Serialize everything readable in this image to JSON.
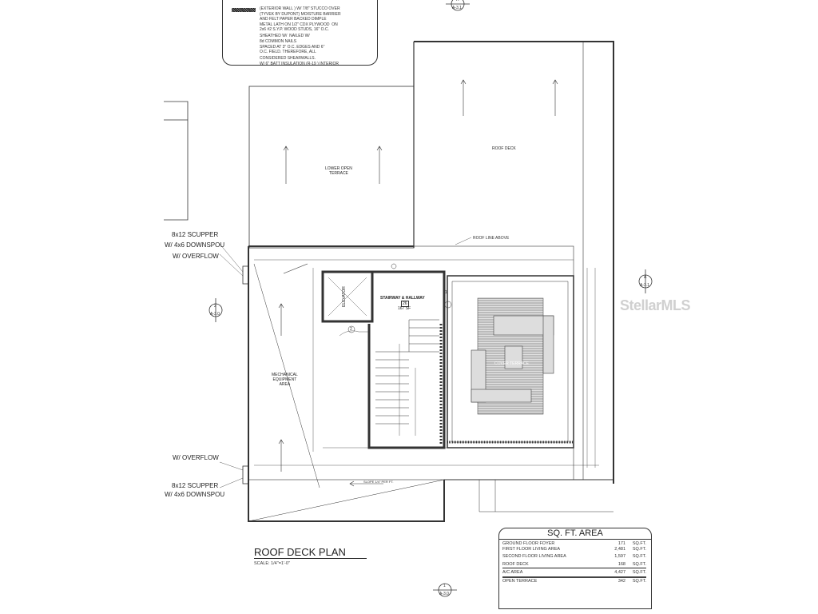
{
  "wall_note": {
    "lines": [
      "(EXTERIOR WALL ) W/ 7/8\" STUCCO OVER",
      "(TYVEK BY DUPONT) MOISTURE BARRIER",
      "AND FELT PAPER BACKED DIMPLE",
      "METAL LATH ON 1/2\" CDX PLYWOOD  ON",
      "2x6 #2 S.Y.P. WOOD STUDS, 16\" O.C.",
      "SHEATHED W/  NAILED W/",
      "8d COMMON NAILS",
      "SPACED AT 3\" O.C. EDGES AND 6\"",
      "O.C. FIELD. THEREFORE, ALL",
      "CONSIDERED SHEARWALLS.",
      "W/ 6\" BATT INSULATION (R-19 ) INTERIOR"
    ]
  },
  "labels": {
    "roof_deck": "ROOF DECK",
    "lower_open_terrace": "LOWER OPEN\nTERRACE",
    "mechanical": "MECHANICAL\nEQUIPMENT\nAREA",
    "stairway": "STAIRWAY & HALLWAY",
    "room_number": "26",
    "stair_area": "167 SF",
    "elevator": "ELEVATOR",
    "cover_terrace": "COVER TERRACE",
    "roof_line_above": "ROOF LINE ABOVE",
    "slope": "SLOPE 1/4\" PER FT.",
    "scupper_top_1": "8x12 SCUPPER",
    "scupper_top_2": "W/ 4x6 DOWNSPOU",
    "overflow_top": "W/ OVERFLOW",
    "overflow_bottom": "W/ OVERFLOW",
    "scupper_bottom_1": "8x12 SCUPPER",
    "scupper_bottom_2": "W/ 4x6 DOWNSPOU",
    "door_1": "1",
    "door_2": "2"
  },
  "section_markers": {
    "top": {
      "num": "A",
      "sheet": "A-3.1"
    },
    "right": {
      "num": "A",
      "sheet": "A-3.1"
    },
    "left": {
      "num": "2",
      "sheet": "A-3.0"
    },
    "bottom": {
      "num": "1",
      "sheet": "A-3.0"
    }
  },
  "plan_title": "ROOF DECK PLAN",
  "scale": "SCALE: 1/4\"=1'-0\"",
  "sq_ft_area": {
    "title": "SQ. FT. AREA",
    "rows": [
      {
        "label": "GROUND FLOOR FOYER",
        "value": "171",
        "unit": "SQ.FT."
      },
      {
        "label": "FIRST FLOOR LIVING AREA",
        "value": "2,481",
        "unit": "SQ.FT."
      },
      {
        "label": "SECOND FLOOR LIVING AREA",
        "value": "1,597",
        "unit": "SQ.FT."
      },
      {
        "label": "ROOF DECK",
        "value": "168",
        "unit": "SQ.FT."
      },
      {
        "label": "A/C AREA",
        "value": "4,427",
        "unit": "SQ.FT."
      },
      {
        "label": "OPEN TERRACE",
        "value": "342",
        "unit": "SQ.FT."
      }
    ]
  },
  "watermark": "StellarMLS"
}
